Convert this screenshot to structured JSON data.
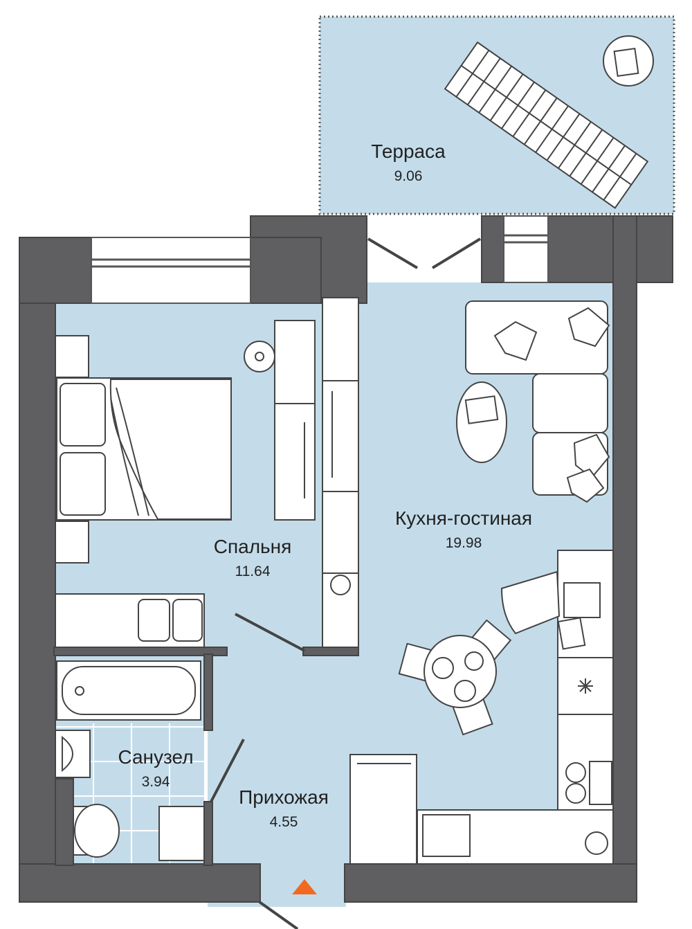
{
  "rooms": {
    "terrace": {
      "name": "Терраса",
      "area": "9.06"
    },
    "kitchen_living": {
      "name": "Кухня-гостиная",
      "area": "19.98"
    },
    "bedroom": {
      "name": "Спальня",
      "area": "11.64"
    },
    "bathroom": {
      "name": "Санузел",
      "area": "3.94"
    },
    "hallway": {
      "name": "Прихожая",
      "area": "4.55"
    }
  },
  "colors": {
    "floor": "#c4dcea",
    "wall": "#5f5f62",
    "line": "#444444",
    "furniture": "#ffffff",
    "entrance_marker": "#f26a1f"
  },
  "icons": {
    "entrance": "entrance-arrow-icon"
  }
}
